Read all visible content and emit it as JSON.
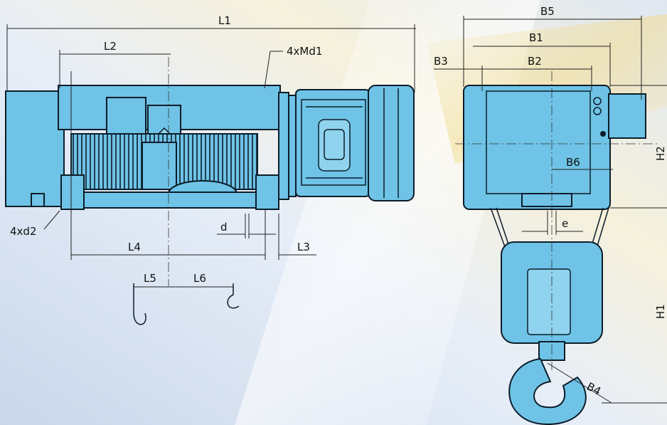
{
  "labels": {
    "L1": "L1",
    "L2": "L2",
    "md1": "4xMd1",
    "d2": "4xd2",
    "d": "d",
    "L3": "L3",
    "L4": "L4",
    "L5": "L5",
    "L6": "L6",
    "B5": "B5",
    "B1": "B1",
    "B3": "B3",
    "B2": "B2",
    "B6": "B6",
    "e": "e",
    "H2": "H2",
    "H1": "H1",
    "B4": "B4"
  },
  "colors": {
    "body": "#6fc3e6",
    "outline": "#0b1d2a",
    "background": "#dfe8f3",
    "highlight": "#f3e6b0"
  }
}
